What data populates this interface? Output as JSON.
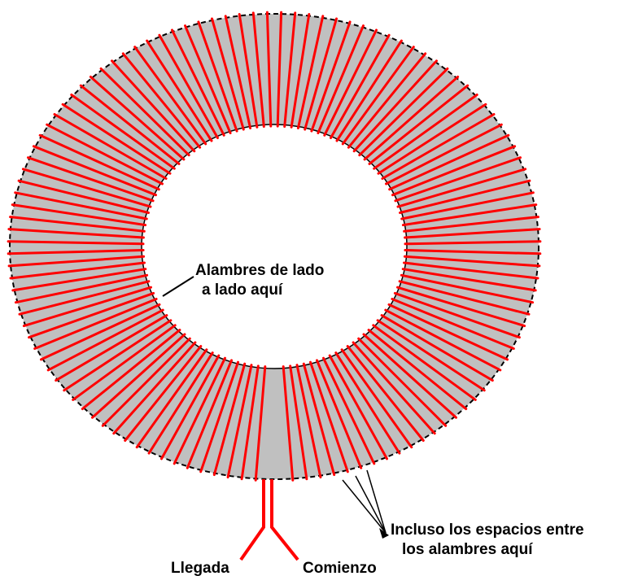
{
  "labels": {
    "side_by_side_line1": "Alambres de lado",
    "side_by_side_line2": "a lado aquí",
    "spaces_line1": "Incluso los espacios entre",
    "spaces_line2": "los alambres aquí",
    "arrival": "Llegada",
    "start": "Comienzo"
  },
  "colors": {
    "wire": "#ff0000",
    "core_fill": "#c0c0c0",
    "core_outline": "#000000",
    "background": "#ffffff",
    "text": "#000000"
  },
  "winding": {
    "turns": 118
  }
}
